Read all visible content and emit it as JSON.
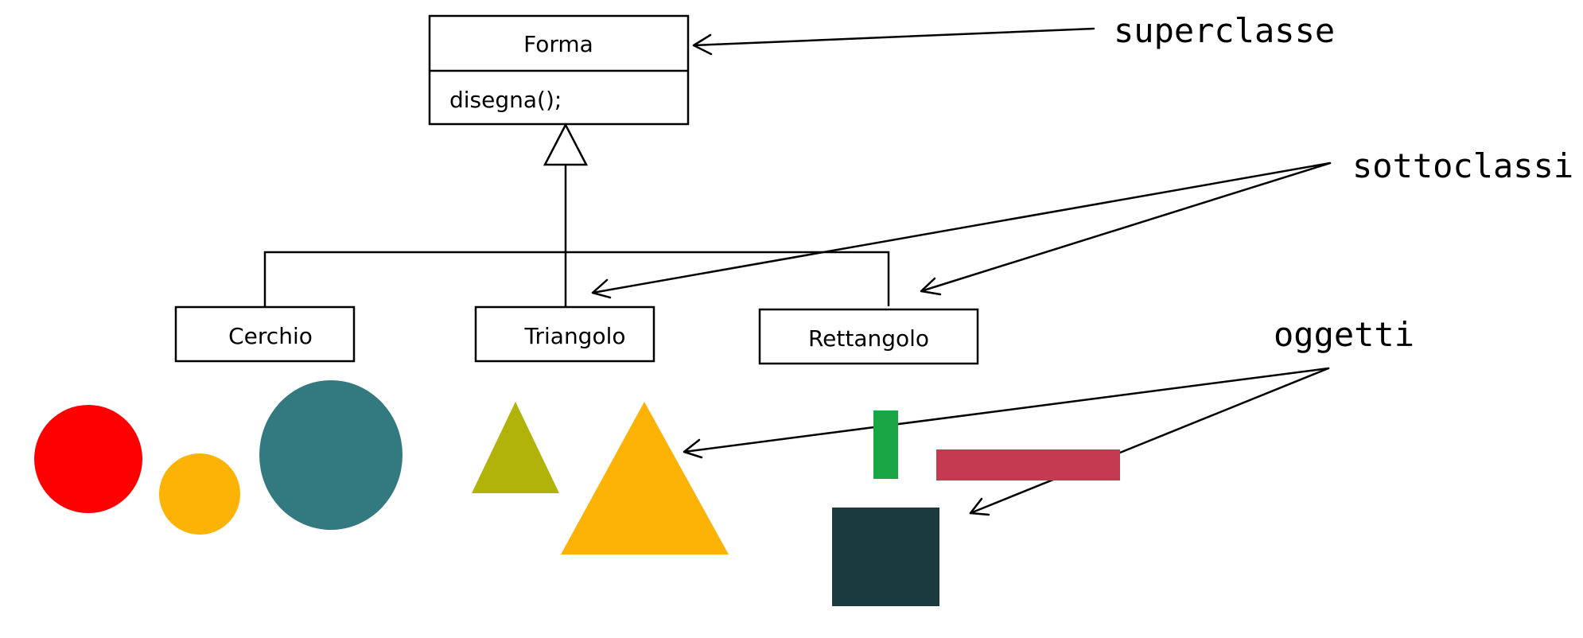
{
  "superclass": {
    "name": "Forma",
    "method": "disegna();"
  },
  "subclasses": [
    "Cerchio",
    "Triangolo",
    "Rettangolo"
  ],
  "annotations": {
    "superclass": "superclasse",
    "subclasses": "sottoclassi",
    "objects": "oggetti"
  },
  "colors": {
    "circle_red": "#ff0000",
    "circle_orange": "#fdb305",
    "circle_teal": "#327a80",
    "triangle_olive": "#b1b20a",
    "triangle_orange": "#fdb305",
    "rect_green": "#18a744",
    "rect_crimson": "#c43a51",
    "square_dark": "#1b3a3d"
  }
}
